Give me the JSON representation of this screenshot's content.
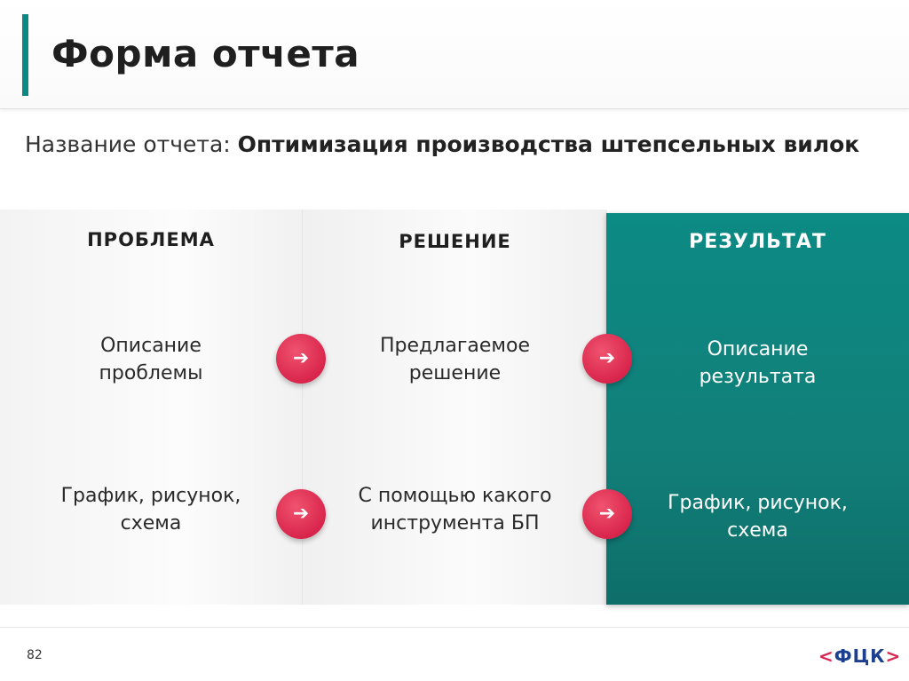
{
  "slide": {
    "title": "Форма отчета",
    "report_label": "Название отчета:",
    "report_value": "Оптимизация производства штепсельных вилок",
    "page_number": "82"
  },
  "columns": [
    {
      "header": "ПРОБЛЕМА",
      "row1": "Описание\nпроблемы",
      "row2": "График, рисунок,\nсхема"
    },
    {
      "header": "РЕШЕНИЕ",
      "row1": "Предлагаемое\nрешение",
      "row2": "С помощью какого\nинструмента БП"
    },
    {
      "header": "РЕЗУЛЬТАТ",
      "row1": "Описание\nрезультата",
      "row2": "График, рисунок,\nсхема"
    }
  ],
  "icons": {
    "arrow": "arrow-right-icon",
    "arrow_glyph": "➔"
  },
  "logo": {
    "text": "ФЦК",
    "left_bracket": "<",
    "right_bracket": ">"
  },
  "colors": {
    "accent": "#0a8a83",
    "result_panel": "#0c8a84",
    "arrow": "#d9254c",
    "logo_blue": "#1c3f8f",
    "logo_red": "#d92652"
  }
}
